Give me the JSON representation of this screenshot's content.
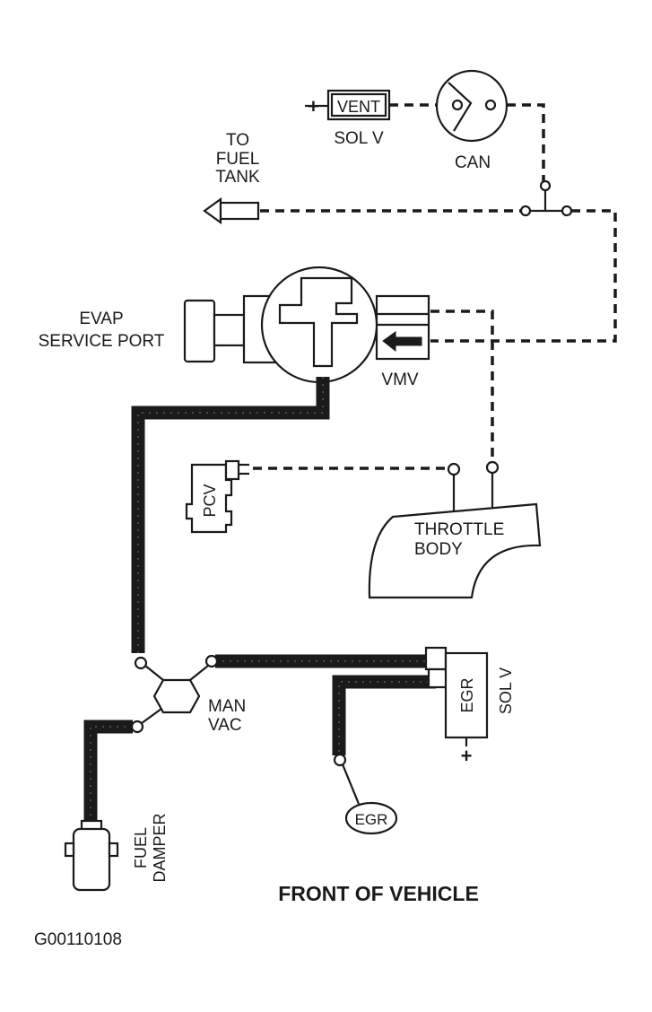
{
  "labels": {
    "vent": "VENT",
    "sol_v_top": "SOL V",
    "can": "CAN",
    "to_fuel_tank": [
      "TO",
      "FUEL",
      "TANK"
    ],
    "evap_service_port": [
      "EVAP",
      "SERVICE PORT"
    ],
    "vmv": "VMV",
    "pcv": "PCV",
    "throttle_body": [
      "THROTTLE",
      "BODY"
    ],
    "man_vac": [
      "MAN",
      "VAC"
    ],
    "egr_valve": "EGR",
    "egr_sol": "EGR",
    "sol_v_side": "SOL V",
    "fuel_damper": [
      "FUEL",
      "DAMPER"
    ],
    "front_of_vehicle": "FRONT OF VEHICLE",
    "figure_id": "G00110108",
    "plus_top": "+",
    "plus_bottom": "+"
  }
}
